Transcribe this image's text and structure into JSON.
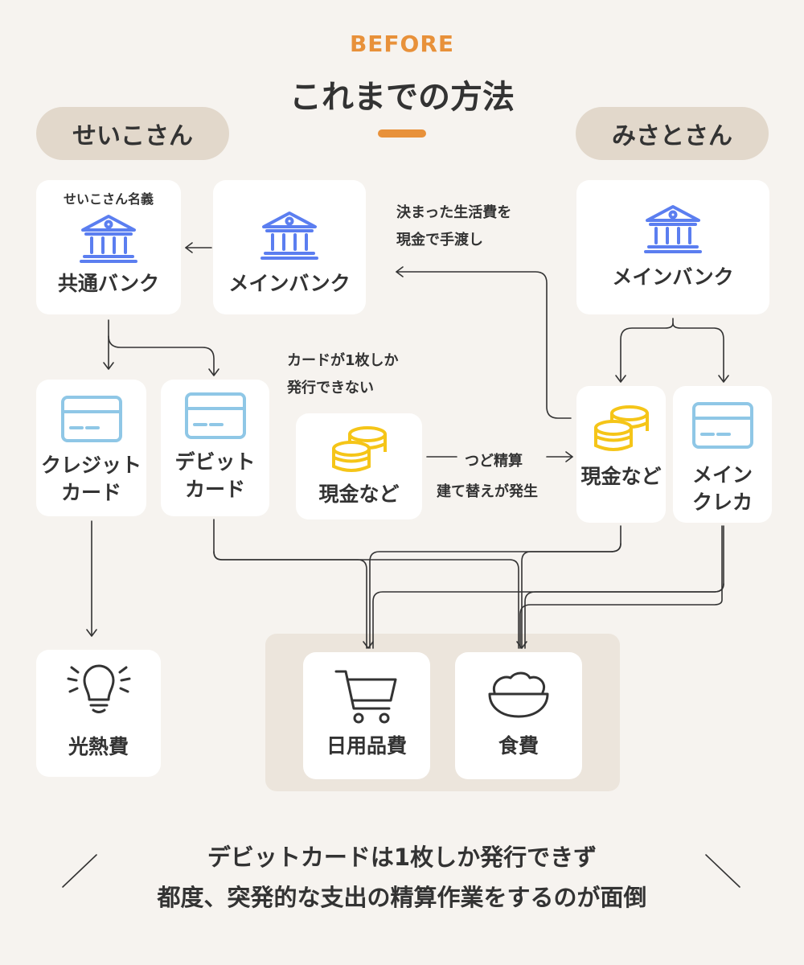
{
  "header": {
    "kicker": "BEFORE",
    "title": "これまでの方法"
  },
  "people": {
    "left": "せいこさん",
    "right": "みさとさん"
  },
  "nodes": {
    "shared_bank": {
      "caption": "せいこさん名義",
      "label": "共通バンク",
      "icon": "bank-icon"
    },
    "seiko_main_bank": {
      "label": "メインバンク",
      "icon": "bank-icon"
    },
    "misato_main_bank": {
      "label": "メインバンク",
      "icon": "bank-icon"
    },
    "credit_card": {
      "label_lines": [
        "クレジット",
        "カード"
      ],
      "icon": "card-icon"
    },
    "debit_card": {
      "label_lines": [
        "デビット",
        "カード"
      ],
      "icon": "card-icon"
    },
    "seiko_cash": {
      "label": "現金など",
      "icon": "coins-icon"
    },
    "misato_cash": {
      "label": "現金など",
      "icon": "coins-icon"
    },
    "main_credit": {
      "label_lines": [
        "メイン",
        "クレカ"
      ],
      "icon": "card-icon"
    },
    "utilities": {
      "label": "光熱費",
      "icon": "lightbulb-icon"
    },
    "daily_goods": {
      "label": "日用品費",
      "icon": "cart-icon"
    },
    "food": {
      "label": "食費",
      "icon": "rice-bowl-icon"
    }
  },
  "notes": {
    "living_cost": [
      "決まった生活費を",
      "現金で手渡し"
    ],
    "one_card": [
      "カードが1枚しか",
      "発行できない"
    ],
    "settle_top": "つど精算",
    "settle_bottom": "建て替えが発生"
  },
  "footer": {
    "line1": "デビットカードは1枚しか発行できず",
    "line2": "都度、突発的な支出の精算作業をするのが面倒"
  },
  "colors": {
    "accent": "#e8913a",
    "bank_blue": "#5b7ef0",
    "card_blue": "#8fc7e6",
    "coin_yellow": "#f5c518",
    "pill": "#e2d8cb",
    "background": "#f6f3ef"
  }
}
